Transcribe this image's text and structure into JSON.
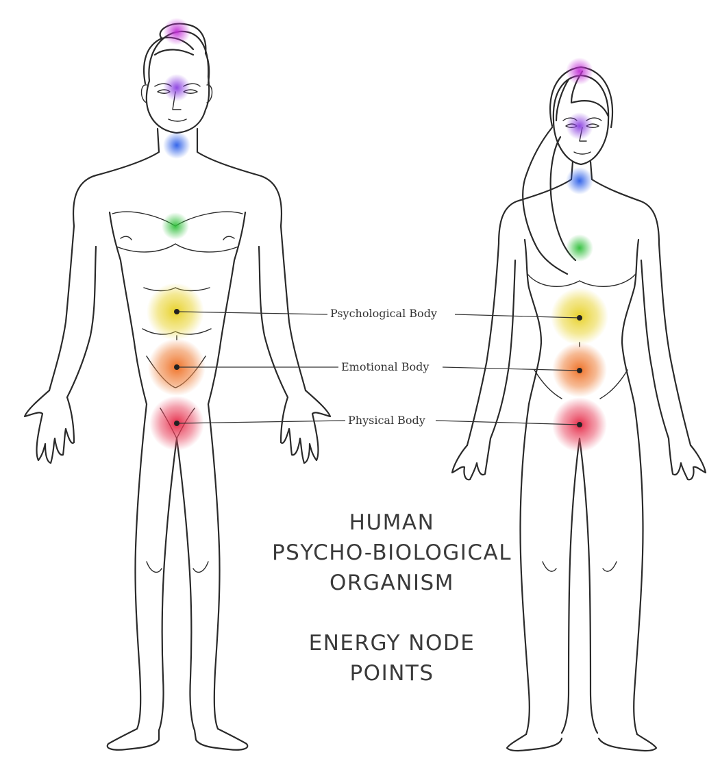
{
  "labels": {
    "psychological": "Psychological Body",
    "emotional": "Emotional Body",
    "physical": "Physical Body"
  },
  "title": {
    "line1": "HUMAN",
    "line2": "PSYCHO-BIOLOGICAL",
    "line3": "ORGANISM",
    "line4": "ENERGY NODE",
    "line5": "POINTS"
  },
  "node_colors": {
    "crown": "#c22fd6",
    "third_eye": "#8a3fe0",
    "throat": "#2b5ee8",
    "heart": "#2fbf3a",
    "solar_plexus": "#e6cf1f",
    "sacral": "#ee6a1c",
    "root": "#e4203f"
  }
}
